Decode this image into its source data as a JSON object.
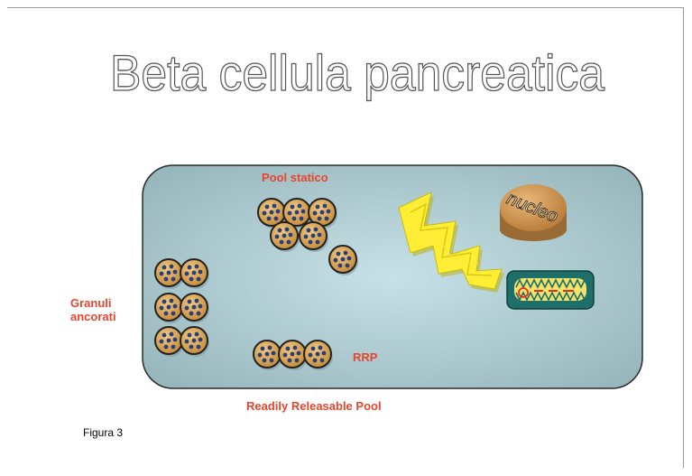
{
  "title": "Beta cellula pancreatica",
  "labels": {
    "pool_statico": "Pool statico",
    "granuli_line1": "Granuli",
    "granuli_line2": "ancorati",
    "rrp": "RRP",
    "readily": "Readily Releasable Pool",
    "nucleo": "nucleo"
  },
  "caption": "Figura 3",
  "colors": {
    "cell_fill": "#a9c6cc",
    "label_red": "#e8452c",
    "granule_fill": "#d8a24a",
    "nucleus_fill": "#d49a52",
    "er_yellow": "#ffee33",
    "golgi_green": "#1e6e6a"
  }
}
